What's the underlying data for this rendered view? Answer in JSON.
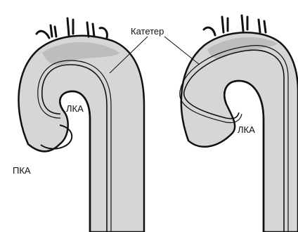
{
  "labels": {
    "catheter": "Катетер",
    "lca_left": "ЛКА",
    "rca_left": "ПКА",
    "lca_right": "ЛКА"
  },
  "colors": {
    "vessel_fill": "#d6d6d6",
    "vessel_shade": "#bdbdbd",
    "outline": "#111111",
    "background": "#ffffff"
  }
}
